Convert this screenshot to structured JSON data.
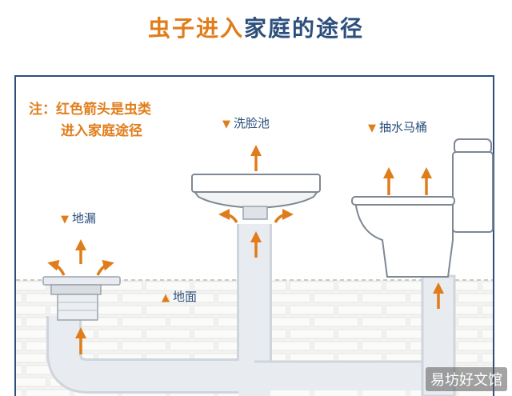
{
  "title": {
    "part1": "虫子进入",
    "part2": "家庭的途径"
  },
  "note": {
    "line1": "注：红色箭头是虫类",
    "line2": "进入家庭途径"
  },
  "labels": {
    "floor_drain": "地漏",
    "washbasin": "洗脸池",
    "toilet": "抽水马桶",
    "ground": "地面"
  },
  "watermark": "易坊好文馆",
  "colors": {
    "accent": "#e07d1b",
    "navy": "#2c4f7c",
    "pipe": "#dfe3e8",
    "brick": "#f3f3f1"
  }
}
